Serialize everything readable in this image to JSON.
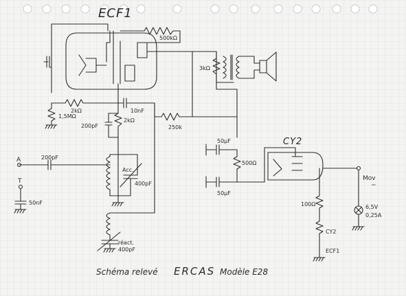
{
  "schematic": {
    "tube_label": "ECF1",
    "rectifier_label": "CY2",
    "caption": {
      "left": "Schéma relevé",
      "brand": "ERCAS",
      "right": "Modèle E28"
    },
    "antenna_label": "A",
    "ground_label": "T",
    "mains_label": "Mov",
    "mains_symbol": "~",
    "components": {
      "r_500k": "500kΩ",
      "r_3k": "3kΩ",
      "r_2k_top": "2kΩ",
      "c_10nF": "10nF",
      "r_1_5M": "1,5MΩ",
      "r_2k_mid": "2kΩ",
      "c_200pF_mid": "200pF",
      "r_250k": "250k",
      "c_50uF_top": "50μF",
      "r_500": "500Ω",
      "c_50uF_bot": "50μF",
      "c_200pF_ant": "200pF",
      "c_50nF": "50nF",
      "acc_label": "Acc.",
      "c_400pF_tune": "400pF",
      "react_label": "réact.",
      "c_400pF_react": "400pF",
      "r_100": "100Ω",
      "lamp_v": "6,5V",
      "lamp_a": "0,25A",
      "heater_1": "CY2",
      "heater_2": "ECF1"
    }
  }
}
